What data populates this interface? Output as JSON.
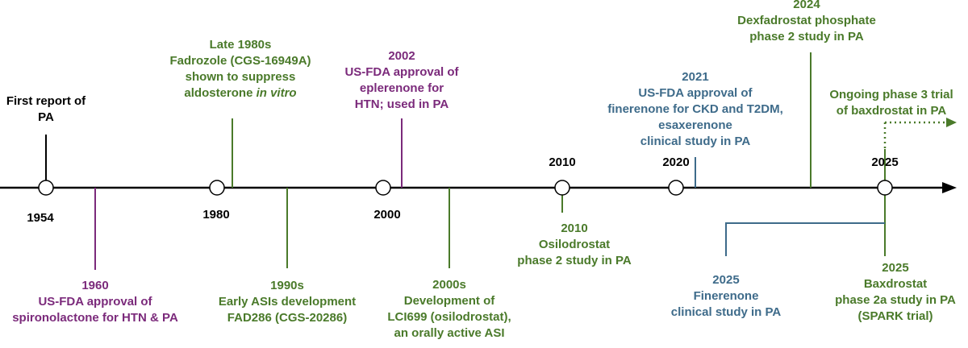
{
  "colors": {
    "axis": "#000000",
    "purple": "#7b2a7b",
    "green": "#4a7a2a",
    "blue": "#3e6b8a",
    "black": "#000000"
  },
  "years": {
    "y1954": "1954",
    "y1980": "1980",
    "y2000": "2000",
    "y2010": "2010",
    "y2020": "2020",
    "y2025": "2025"
  },
  "events": {
    "first_report": {
      "lines": [
        "First report of",
        "PA"
      ]
    },
    "e1960": {
      "lines": [
        "1960",
        "US-FDA approval of",
        "spironolactone for HTN & PA"
      ]
    },
    "late1980s": {
      "lines": [
        "Late 1980s",
        "Fadrozole (CGS-16949A)",
        "shown to suppress"
      ],
      "last_prefix": "aldosterone ",
      "last_italic": "in vitro"
    },
    "e1990s": {
      "lines": [
        "1990s",
        "Early ASIs development",
        "FAD286 (CGS-20286)"
      ]
    },
    "e2002": {
      "lines": [
        "2002",
        "US-FDA approval of",
        "eplerenone for",
        "HTN; used in PA"
      ]
    },
    "e2000s": {
      "lines": [
        "2000s",
        "Development of",
        "LCI699 (osilodrostat),",
        "an orally active ASI"
      ]
    },
    "e2010": {
      "lines": [
        "2010",
        "Osilodrostat",
        "phase 2 study in PA"
      ]
    },
    "e2021": {
      "lines": [
        "2021",
        "US-FDA approval of",
        "finerenone for CKD and T2DM,",
        "esaxerenone",
        "clinical study in PA"
      ]
    },
    "e2024": {
      "lines": [
        "2024",
        "Dexfadrostat phosphate",
        "phase 2 study in PA"
      ]
    },
    "ongoing": {
      "lines": [
        "Ongoing phase 3 trial",
        "of baxdrostat in PA"
      ]
    },
    "e2025_fin": {
      "lines": [
        "2025",
        "Finerenone",
        "clinical study in PA"
      ]
    },
    "e2025_bax": {
      "lines": [
        "2025",
        "Baxdrostat",
        "phase 2a study in PA",
        "(SPARK trial)"
      ]
    }
  }
}
